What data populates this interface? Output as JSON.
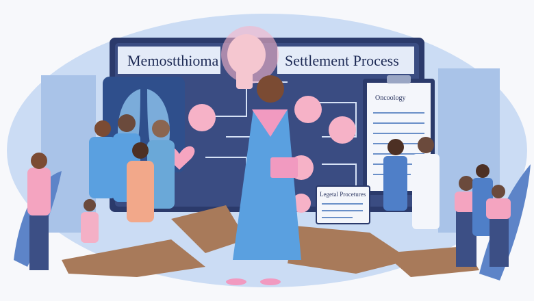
{
  "board": {
    "title_left": "Memostthioma",
    "title_right": "Settlement Process"
  },
  "documents": {
    "oncology_label": "Oncoology",
    "legal_label": "Legetal Procetures"
  },
  "colors": {
    "background_blob": "#bcd3f2",
    "board_frame": "#2b3a6b",
    "board_inner": "#dfe8f7",
    "accent_pink": "#f29fbe",
    "accent_blue": "#5aa0e0",
    "rubble": "#a87a5a"
  }
}
